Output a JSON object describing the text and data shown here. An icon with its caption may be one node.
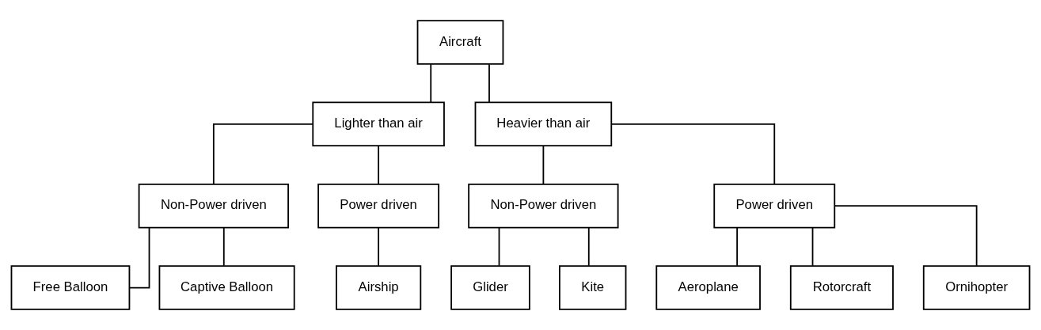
{
  "diagram": {
    "nodes": [
      {
        "text": [
          "Aircraft"
        ]
      },
      {
        "text": [
          "Lighter than air"
        ]
      },
      {
        "text": [
          "Heavier than air"
        ]
      },
      {
        "text": [
          "Non-Power driven"
        ]
      },
      {
        "text": [
          "Power driven"
        ]
      },
      {
        "text": [
          "Non-Power driven"
        ]
      },
      {
        "text": [
          "Power driven"
        ]
      },
      {
        "text": [
          "Free Balloon"
        ]
      },
      {
        "text": [
          "Captive Balloon"
        ]
      },
      {
        "text": [
          "Airship"
        ]
      },
      {
        "text": [
          "Glider"
        ]
      },
      {
        "text": [
          "Kite"
        ]
      },
      {
        "text": [
          "Aeroplane"
        ]
      },
      {
        "text": [
          "Rotorcraft"
        ]
      },
      {
        "text": [
          "Ornihopter"
        ]
      }
    ],
    "edges": [
      {
        "from": 0,
        "to": 1,
        "arrow": "none"
      },
      {
        "from": 0,
        "to": 2,
        "arrow": "none"
      },
      {
        "from": 1,
        "to": 3,
        "arrow": "none"
      },
      {
        "from": 1,
        "to": 4,
        "arrow": "none"
      },
      {
        "from": 2,
        "to": 5,
        "arrow": "none"
      },
      {
        "from": 2,
        "to": 6,
        "arrow": "none"
      },
      {
        "from": 3,
        "to": 7,
        "arrow": "none"
      },
      {
        "from": 3,
        "to": 8,
        "arrow": "none"
      },
      {
        "from": 4,
        "to": 9,
        "arrow": "none"
      },
      {
        "from": 5,
        "to": 10,
        "arrow": "none"
      },
      {
        "from": 5,
        "to": 11,
        "arrow": "none"
      },
      {
        "from": 6,
        "to": 12,
        "arrow": "none"
      },
      {
        "from": 6,
        "to": 13,
        "arrow": "none"
      },
      {
        "from": 6,
        "to": 14,
        "arrow": "none"
      }
    ]
  }
}
